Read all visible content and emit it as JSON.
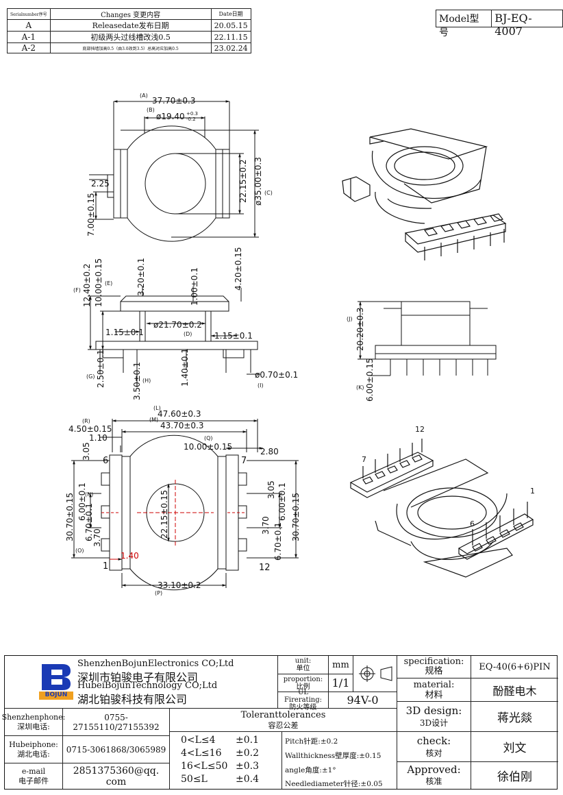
{
  "revision_table": {
    "headers": [
      "Serialnumber序号",
      "Changes 变更内容",
      "Date日期"
    ],
    "rows": [
      {
        "serial": "A",
        "change": "Releasedate发布日期",
        "date": "20.05.15"
      },
      {
        "serial": "A-1",
        "change": "初级两头过线槽改浅0.5",
        "date": "22.11.15"
      },
      {
        "serial": "A-2",
        "change": "底部挡墙加高0.5（由3.0改到3.5）总高对应加高0.5",
        "date": "23.02.24"
      }
    ]
  },
  "model": {
    "label": "Model型号",
    "value": "BJ-EQ-4007"
  },
  "dimensions": {
    "top_view": {
      "A_label": "(A)",
      "A": "37.70±0.3",
      "B_label": "(B)",
      "B": "ø19.40",
      "B_tol_plus": "+0.3",
      "B_tol_minus": "-0.2",
      "C_label": "(C)",
      "C": "ø35.00±0.3",
      "inner": "22.15±0.2",
      "left_small": "2.25",
      "left": "7.00±0.15"
    },
    "side_view": {
      "F_label": "(F)",
      "F": "12.40±0.2",
      "E_label": "(E)",
      "E": "10.00±0.15",
      "top1": "3.20±0.1",
      "top2": "1.00±0.1",
      "top3": "4.20±0.15",
      "dia": "ø21.70±0.2",
      "D_label": "(D)",
      "wall_l": "1.15±0.1",
      "wall_r": "1.15±0.1",
      "G_label": "(G)",
      "G": "2.50±0.1",
      "H_label": "(H)",
      "H": "3.50±0.1",
      "bottom": "1.40±0.1",
      "I_label": "(I)",
      "I": "ø0.70±0.1"
    },
    "front_view": {
      "J_label": "(J)",
      "J": "20.20±0.3",
      "K_label": "(K)",
      "K": "6.00±0.15"
    },
    "bottom_view": {
      "L_label": "(L)",
      "L": "47.60±0.3",
      "M_label": "(M)",
      "M": "43.70±0.3",
      "R_label": "(R)",
      "R": "4.50±0.15",
      "R2": "1.10",
      "Q_label": "(Q)",
      "Q": "10.00±0.15",
      "Q2": "2.80",
      "left_h": "30.70±0.15",
      "right_h": "30.70±0.15",
      "N_label": "(N)",
      "N": "6.00±0.1",
      "N_r": "6.00±0.1",
      "v305_l": "3.05",
      "v305_r": "3.05",
      "v370_l": "3.70",
      "v370_r": "3.70",
      "O_label": "(O)",
      "O": "6.70±0.1",
      "O_r": "6.70±0.1",
      "red": "1.40",
      "center": "22.15±0.15",
      "P_label": "(P)",
      "P": "33.10±0.2",
      "pin1": "1",
      "pin6": "6",
      "pin7": "7",
      "pin12": "12"
    },
    "iso2": {
      "pin12": "12",
      "pin7": "7",
      "pin1": "1",
      "pin6": "6"
    }
  },
  "title_block": {
    "company_en1": "ShenzhenBojunElectronics CO;Ltd",
    "company_cn1": "深圳市铂骏电子有限公司",
    "company_en2": "HubeiBojunTechnology CO;Ltd",
    "company_cn2": "湖北铂骏科技有限公司",
    "logo_text": "BOJUN",
    "unit_label": "unit:",
    "unit_label_cn": "单位",
    "unit": "mm",
    "proportion_label": "proportion:",
    "proportion_label_cn": "比例",
    "proportion": "1/1",
    "ul_label": "UL Firerating:",
    "ul_label_cn": "防火等级",
    "ul": "94V-0",
    "spec_label": "specification:",
    "spec_label_cn": "规格",
    "spec": "EQ-40(6+6)PIN",
    "material_label": "material:",
    "material_label_cn": "材料",
    "material": "酚醛电木",
    "design_label": "3D design:",
    "design_label_cn": "3D设计",
    "design": "蒋光燚",
    "check_label": "check:",
    "check_label_cn": "核对",
    "check": "刘文",
    "approved_label": "Approved:",
    "approved_label_cn": "核准",
    "approved": "徐伯刚",
    "sz_phone_label": "Shenzhenphone:",
    "sz_phone_label_cn": "深圳电话:",
    "sz_phone": "0755-27155110/27155392",
    "hb_phone_label": "Hubeiphone:",
    "hb_phone_label_cn": "湖北电话:",
    "hb_phone": "0715-3061868/3065989",
    "email_label": "e-mail",
    "email_label_cn": "电子邮件",
    "email": "2851375360@qq. com",
    "tol_title": "Toleranttolerances",
    "tol_title_cn": "容忍公差",
    "tolerances": [
      {
        "range": "0<L≤4",
        "tol": "±0.1"
      },
      {
        "range": "4<L≤16",
        "tol": "±0.2"
      },
      {
        "range": "16<L≤50",
        "tol": "±0.3"
      },
      {
        "range": "50≤L",
        "tol": "±0.4"
      }
    ],
    "pitch": "Pitch针距:±0.2",
    "wall": "Wallthickness壁厚度:±0.15",
    "angle": "angle角度:±1°",
    "needle": "Needlediameter针径:±0.05"
  }
}
